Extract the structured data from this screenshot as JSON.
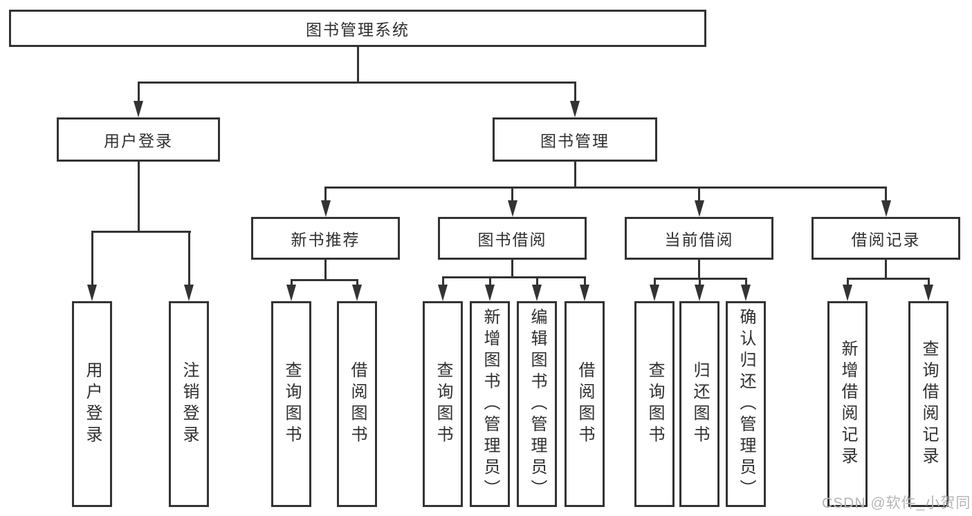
{
  "nodes": {
    "root": {
      "label": "图书管理系统"
    },
    "user_login": {
      "label": "用户登录"
    },
    "book_mgmt": {
      "label": "图书管理"
    },
    "categories": [
      {
        "label": "新书推荐"
      },
      {
        "label": "图书借阅"
      },
      {
        "label": "当前借阅"
      },
      {
        "label": "借阅记录"
      }
    ],
    "user_login_leaves": [
      {
        "label": "用户登录"
      },
      {
        "label": "注销登录"
      }
    ],
    "new_book_leaves": [
      {
        "label": "查询图书"
      },
      {
        "label": "借阅图书"
      }
    ],
    "book_borrow_leaves": [
      {
        "label": "查询图书"
      },
      {
        "label": "新增图书（管理员）"
      },
      {
        "label": "编辑图书（管理员）"
      },
      {
        "label": "借阅图书"
      }
    ],
    "current_borrow_leaves": [
      {
        "label": "查询图书"
      },
      {
        "label": "归还图书"
      },
      {
        "label": "确认归还（管理员）"
      }
    ],
    "record_leaves": [
      {
        "label": "新增借阅记录"
      },
      {
        "label": "查询借阅记录"
      }
    ]
  },
  "watermark": {
    "text": "CSDN @软件_小贺同学"
  },
  "colors": {
    "line": "#333333",
    "box_bg": "#ffffff",
    "text": "#2f2f2f",
    "watermark": "#b5b5b5"
  }
}
